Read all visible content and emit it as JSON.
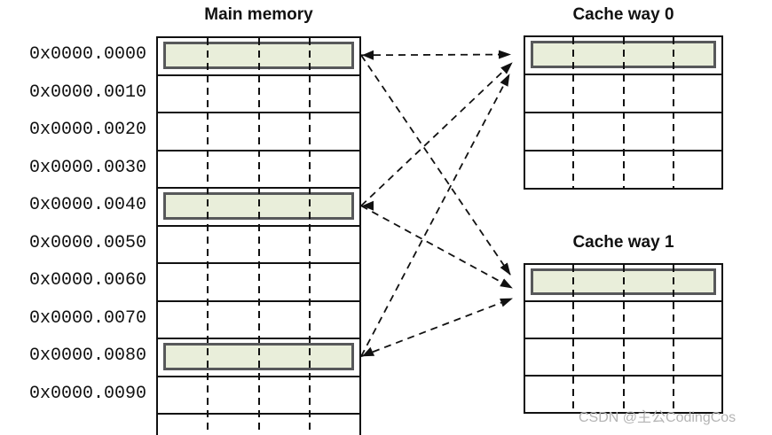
{
  "diagram": {
    "main_memory": {
      "title": "Main memory",
      "addresses": [
        "0x0000.0000",
        "0x0000.0010",
        "0x0000.0020",
        "0x0000.0030",
        "0x0000.0040",
        "0x0000.0050",
        "0x0000.0060",
        "0x0000.0070",
        "0x0000.0080",
        "0x0000.0090"
      ],
      "columns": 4,
      "highlighted_addresses": [
        "0x0000.0000",
        "0x0000.0040",
        "0x0000.0080"
      ]
    },
    "cache_ways": [
      {
        "title": "Cache way 0",
        "rows": 4,
        "columns": 4,
        "highlighted_row": 0
      },
      {
        "title": "Cache way 1",
        "rows": 4,
        "columns": 4,
        "highlighted_row": 0
      }
    ],
    "mappings": [
      {
        "from": "0x0000.0000",
        "to": "Cache way 0"
      },
      {
        "from": "0x0000.0000",
        "to": "Cache way 1"
      },
      {
        "from": "0x0000.0040",
        "to": "Cache way 0"
      },
      {
        "from": "0x0000.0040",
        "to": "Cache way 1"
      },
      {
        "from": "0x0000.0080",
        "to": "Cache way 0"
      },
      {
        "from": "0x0000.0080",
        "to": "Cache way 1"
      }
    ],
    "colors": {
      "highlight_fill": "#e9eeda",
      "highlight_border": "#57585a",
      "line": "#111111",
      "watermark": "#b4b4b4"
    },
    "watermark": "CSDN @主公CodingCos"
  }
}
